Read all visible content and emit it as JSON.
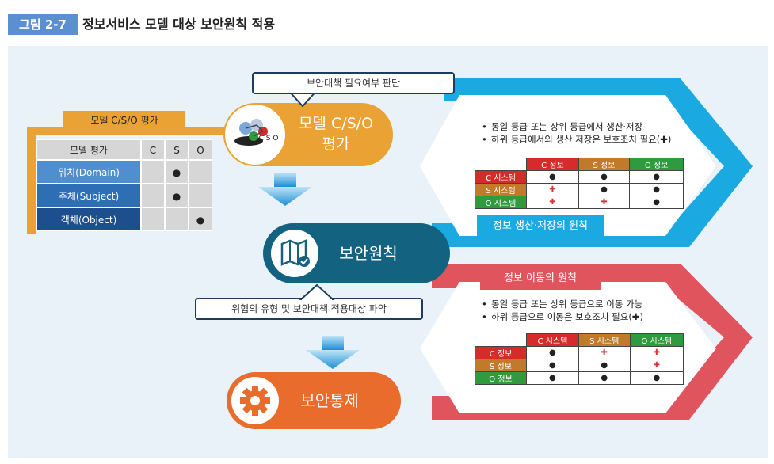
{
  "figure": {
    "tag": "그림 2-7",
    "title": "정보서비스 모델 대상 보안원칙 적용"
  },
  "callouts": {
    "top": "보안대책 필요여부 판단",
    "middle": "위협의 유형 및 보안대책 적용대상 파악"
  },
  "steps": [
    {
      "label_line1": "모델 C/S/O",
      "label_line2": "평가",
      "icon_text": "C S O"
    },
    {
      "label": "보안원칙"
    },
    {
      "label": "보안통제"
    }
  ],
  "model_table": {
    "header_tab": "모델 C/S/O 평가",
    "columns": [
      "모델 평가",
      "C",
      "S",
      "O"
    ],
    "rows": [
      {
        "label": "위치(Domain)",
        "marks": [
          "",
          "●",
          ""
        ]
      },
      {
        "label": "주체(Subject)",
        "marks": [
          "",
          "●",
          ""
        ]
      },
      {
        "label": "객체(Object)",
        "marks": [
          "",
          "",
          "●"
        ]
      }
    ]
  },
  "storage_principle": {
    "bullets": [
      "동일 등급 또는 상위 등급에서 생산·저장",
      "하위 등급에서의 생산·저장은 보호조치 필요(✚)"
    ],
    "banner": "정보 생산·저장의 원칙",
    "columns": [
      "C 정보",
      "S 정보",
      "O 정보"
    ],
    "rows": [
      {
        "label": "C 시스템",
        "cells": [
          "●",
          "●",
          "●"
        ]
      },
      {
        "label": "S 시스템",
        "cells": [
          "✚",
          "●",
          "●"
        ]
      },
      {
        "label": "O 시스템",
        "cells": [
          "✚",
          "✚",
          "●"
        ]
      }
    ]
  },
  "movement_principle": {
    "bullets": [
      "동일 등급 또는 상위 등급으로 이동 가능",
      "하위 등급으로 이동은 보호조치 필요(✚)"
    ],
    "banner": "정보 이동의 원칙",
    "columns": [
      "C 시스템",
      "S 시스템",
      "O 시스템"
    ],
    "rows": [
      {
        "label": "C 정보",
        "cells": [
          "●",
          "✚",
          "✚"
        ]
      },
      {
        "label": "S 정보",
        "cells": [
          "●",
          "●",
          "✚"
        ]
      },
      {
        "label": "O 정보",
        "cells": [
          "●",
          "●",
          "●"
        ]
      }
    ]
  },
  "colors": {
    "orange": "#e9a233",
    "teal": "#13627f",
    "deep_orange": "#ea6c2c",
    "blue_chevron": "#1ba9e1",
    "red_chevron": "#e0545d",
    "C": "#d62b2b",
    "S": "#c07a2a",
    "O": "#2f9a3e"
  }
}
